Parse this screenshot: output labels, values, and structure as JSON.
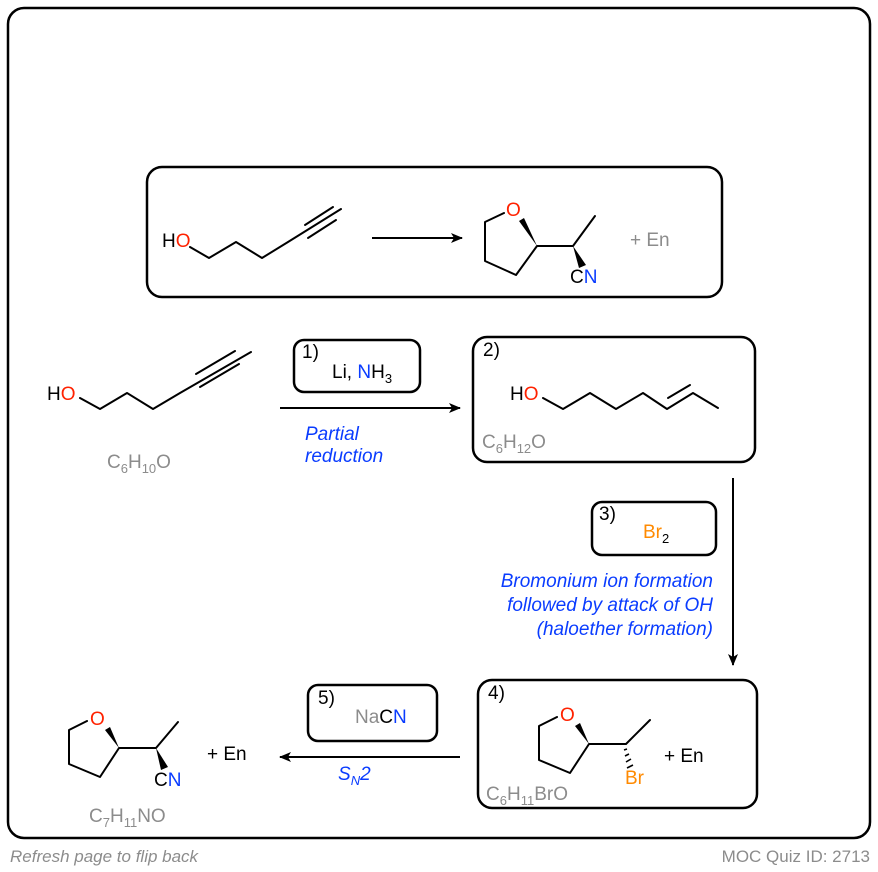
{
  "colors": {
    "oxygen": "#ff2200",
    "nitrogen": "#0a3cff",
    "bromine": "#ff8a00",
    "note": "#0a3cff",
    "formula": "#8c8c8c"
  },
  "question": {
    "reactant": {
      "H": "H",
      "O": "O"
    },
    "product": {
      "O": "O",
      "C": "C",
      "N": "N",
      "plus_en": "+ En"
    }
  },
  "start": {
    "H": "H",
    "O": "O",
    "formula": {
      "c": "C",
      "c_sub": "6",
      "h": "H",
      "h_sub": "10",
      "o": "O"
    }
  },
  "step1": {
    "number": "1)",
    "reagent_li": "Li, ",
    "reagent_n": "N",
    "reagent_h": "H",
    "reagent_sub": "3",
    "note": [
      "Partial",
      "reduction"
    ]
  },
  "step2": {
    "number": "2)",
    "H": "H",
    "O": "O",
    "formula": {
      "c": "C",
      "c_sub": "6",
      "h": "H",
      "h_sub": "12",
      "o": "O"
    }
  },
  "step3": {
    "number": "3)",
    "reagent": "Br",
    "reagent_sub": "2",
    "note": [
      "Bromonium ion formation",
      "followed by attack of OH",
      "(haloether formation)"
    ]
  },
  "step4": {
    "number": "4)",
    "O": "O",
    "Br": "Br",
    "plus_en": "+ En",
    "formula": {
      "c": "C",
      "c_sub": "6",
      "h": "H",
      "h_sub": "11",
      "rest": "BrO"
    }
  },
  "step5": {
    "number": "5)",
    "reagent_na": "Na",
    "reagent_c": "C",
    "reagent_n": "N",
    "note_s": "S",
    "note_sub": "N",
    "note_2": "2"
  },
  "final": {
    "O": "O",
    "C": "C",
    "N": "N",
    "plus_en": "+ En",
    "formula": {
      "c": "C",
      "c_sub": "7",
      "h": "H",
      "h_sub": "11",
      "rest": "NO"
    }
  },
  "footer": {
    "left": "Refresh page to flip back",
    "right": "MOC Quiz ID: 2713"
  }
}
